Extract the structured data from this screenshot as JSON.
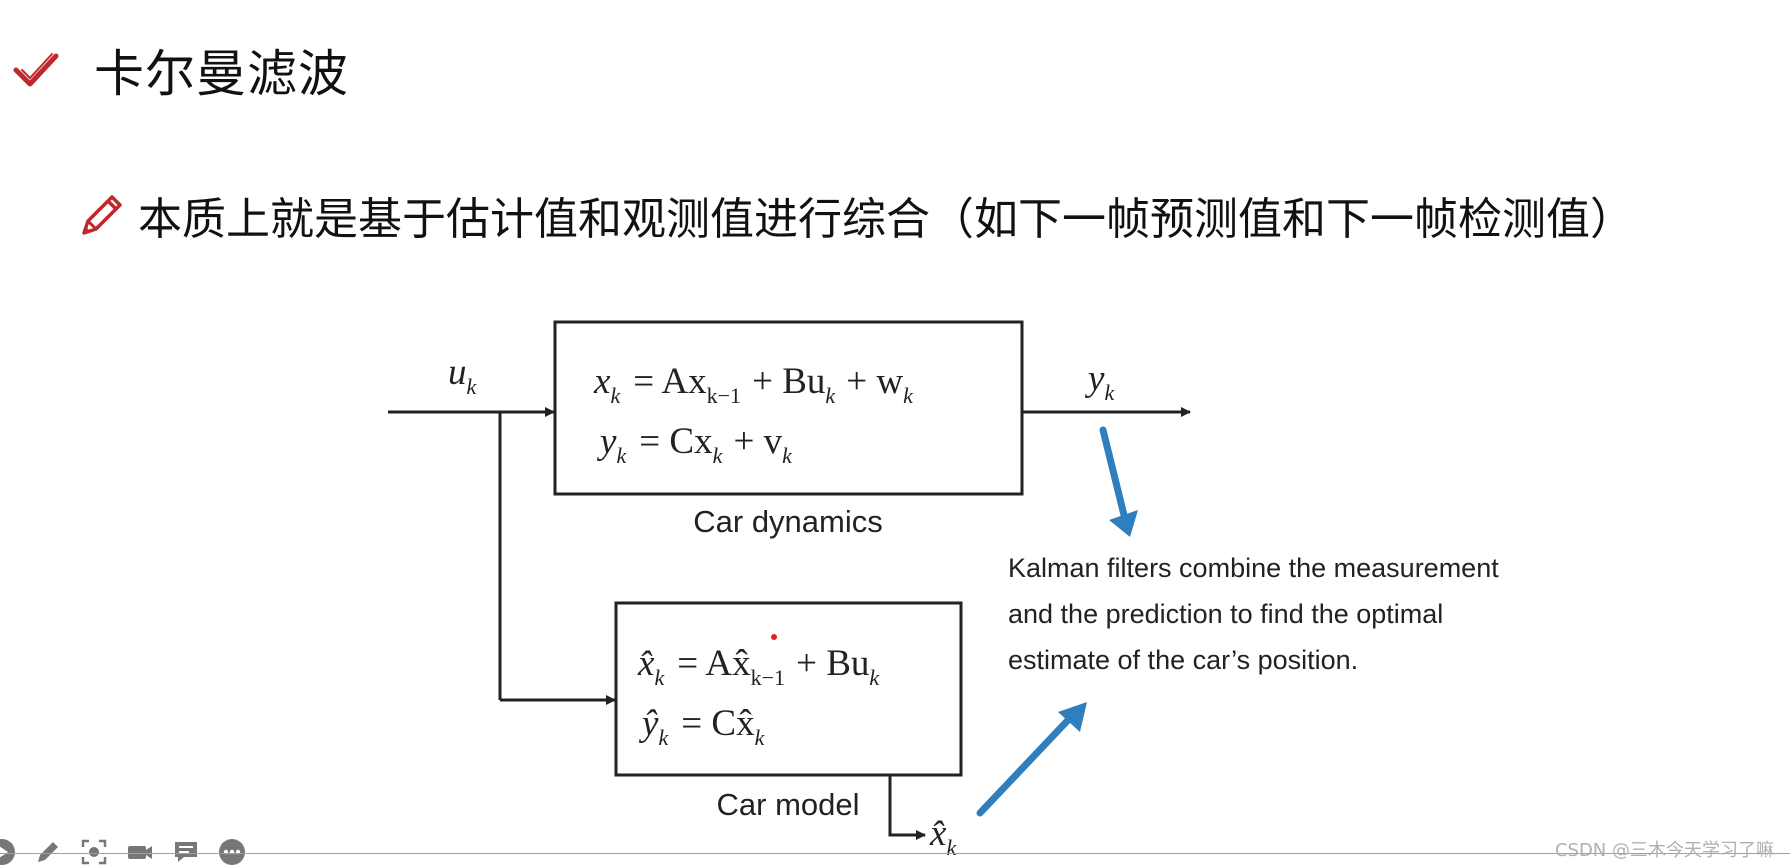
{
  "title": "卡尔曼滤波",
  "subtitle": "本质上就是基于估计值和观测值进行综合（如下一帧预测值和下一帧检测值）",
  "diagram": {
    "input_label": {
      "base": "u",
      "sub": "k"
    },
    "output_label": {
      "base": "y",
      "sub": "k"
    },
    "estimate_label": {
      "base": "x̂",
      "sub": "k"
    },
    "dynamics_box": {
      "eq1": {
        "lhs": "x",
        "lhs_sub": "k",
        "mid": "= Ax",
        "mid_sub": "k−1",
        "tail1": "+ Bu",
        "tail1_sub": "k",
        "tail2": "+ w",
        "tail2_sub": "k"
      },
      "eq2": {
        "lhs": "y",
        "lhs_sub": "k",
        "mid": "= Cx",
        "mid_sub": "k",
        "tail1": "+ v",
        "tail1_sub": "k"
      },
      "caption": "Car dynamics"
    },
    "model_box": {
      "eq1": {
        "lhs": "x̂",
        "lhs_sub": "k",
        "mid": "= Ax̂",
        "mid_sub": "k−1",
        "tail1": "+ Bu",
        "tail1_sub": "k"
      },
      "eq2": {
        "lhs": "ŷ",
        "lhs_sub": "k",
        "mid": "= Cx̂",
        "mid_sub": "k"
      },
      "caption": "Car model"
    },
    "note_lines": [
      "Kalman filters combine the measurement",
      "and the prediction to find the optimal",
      "estimate of the car’s position."
    ],
    "line_color": "#222222",
    "arrow_color": "#2f7fbf"
  },
  "accent_color": "#c0282d",
  "toolbar_icons": [
    "play-icon",
    "pen-icon",
    "screenshot-icon",
    "camera-icon",
    "comment-icon",
    "more-icon"
  ],
  "watermark": "CSDN @三木今天学习了嘛"
}
